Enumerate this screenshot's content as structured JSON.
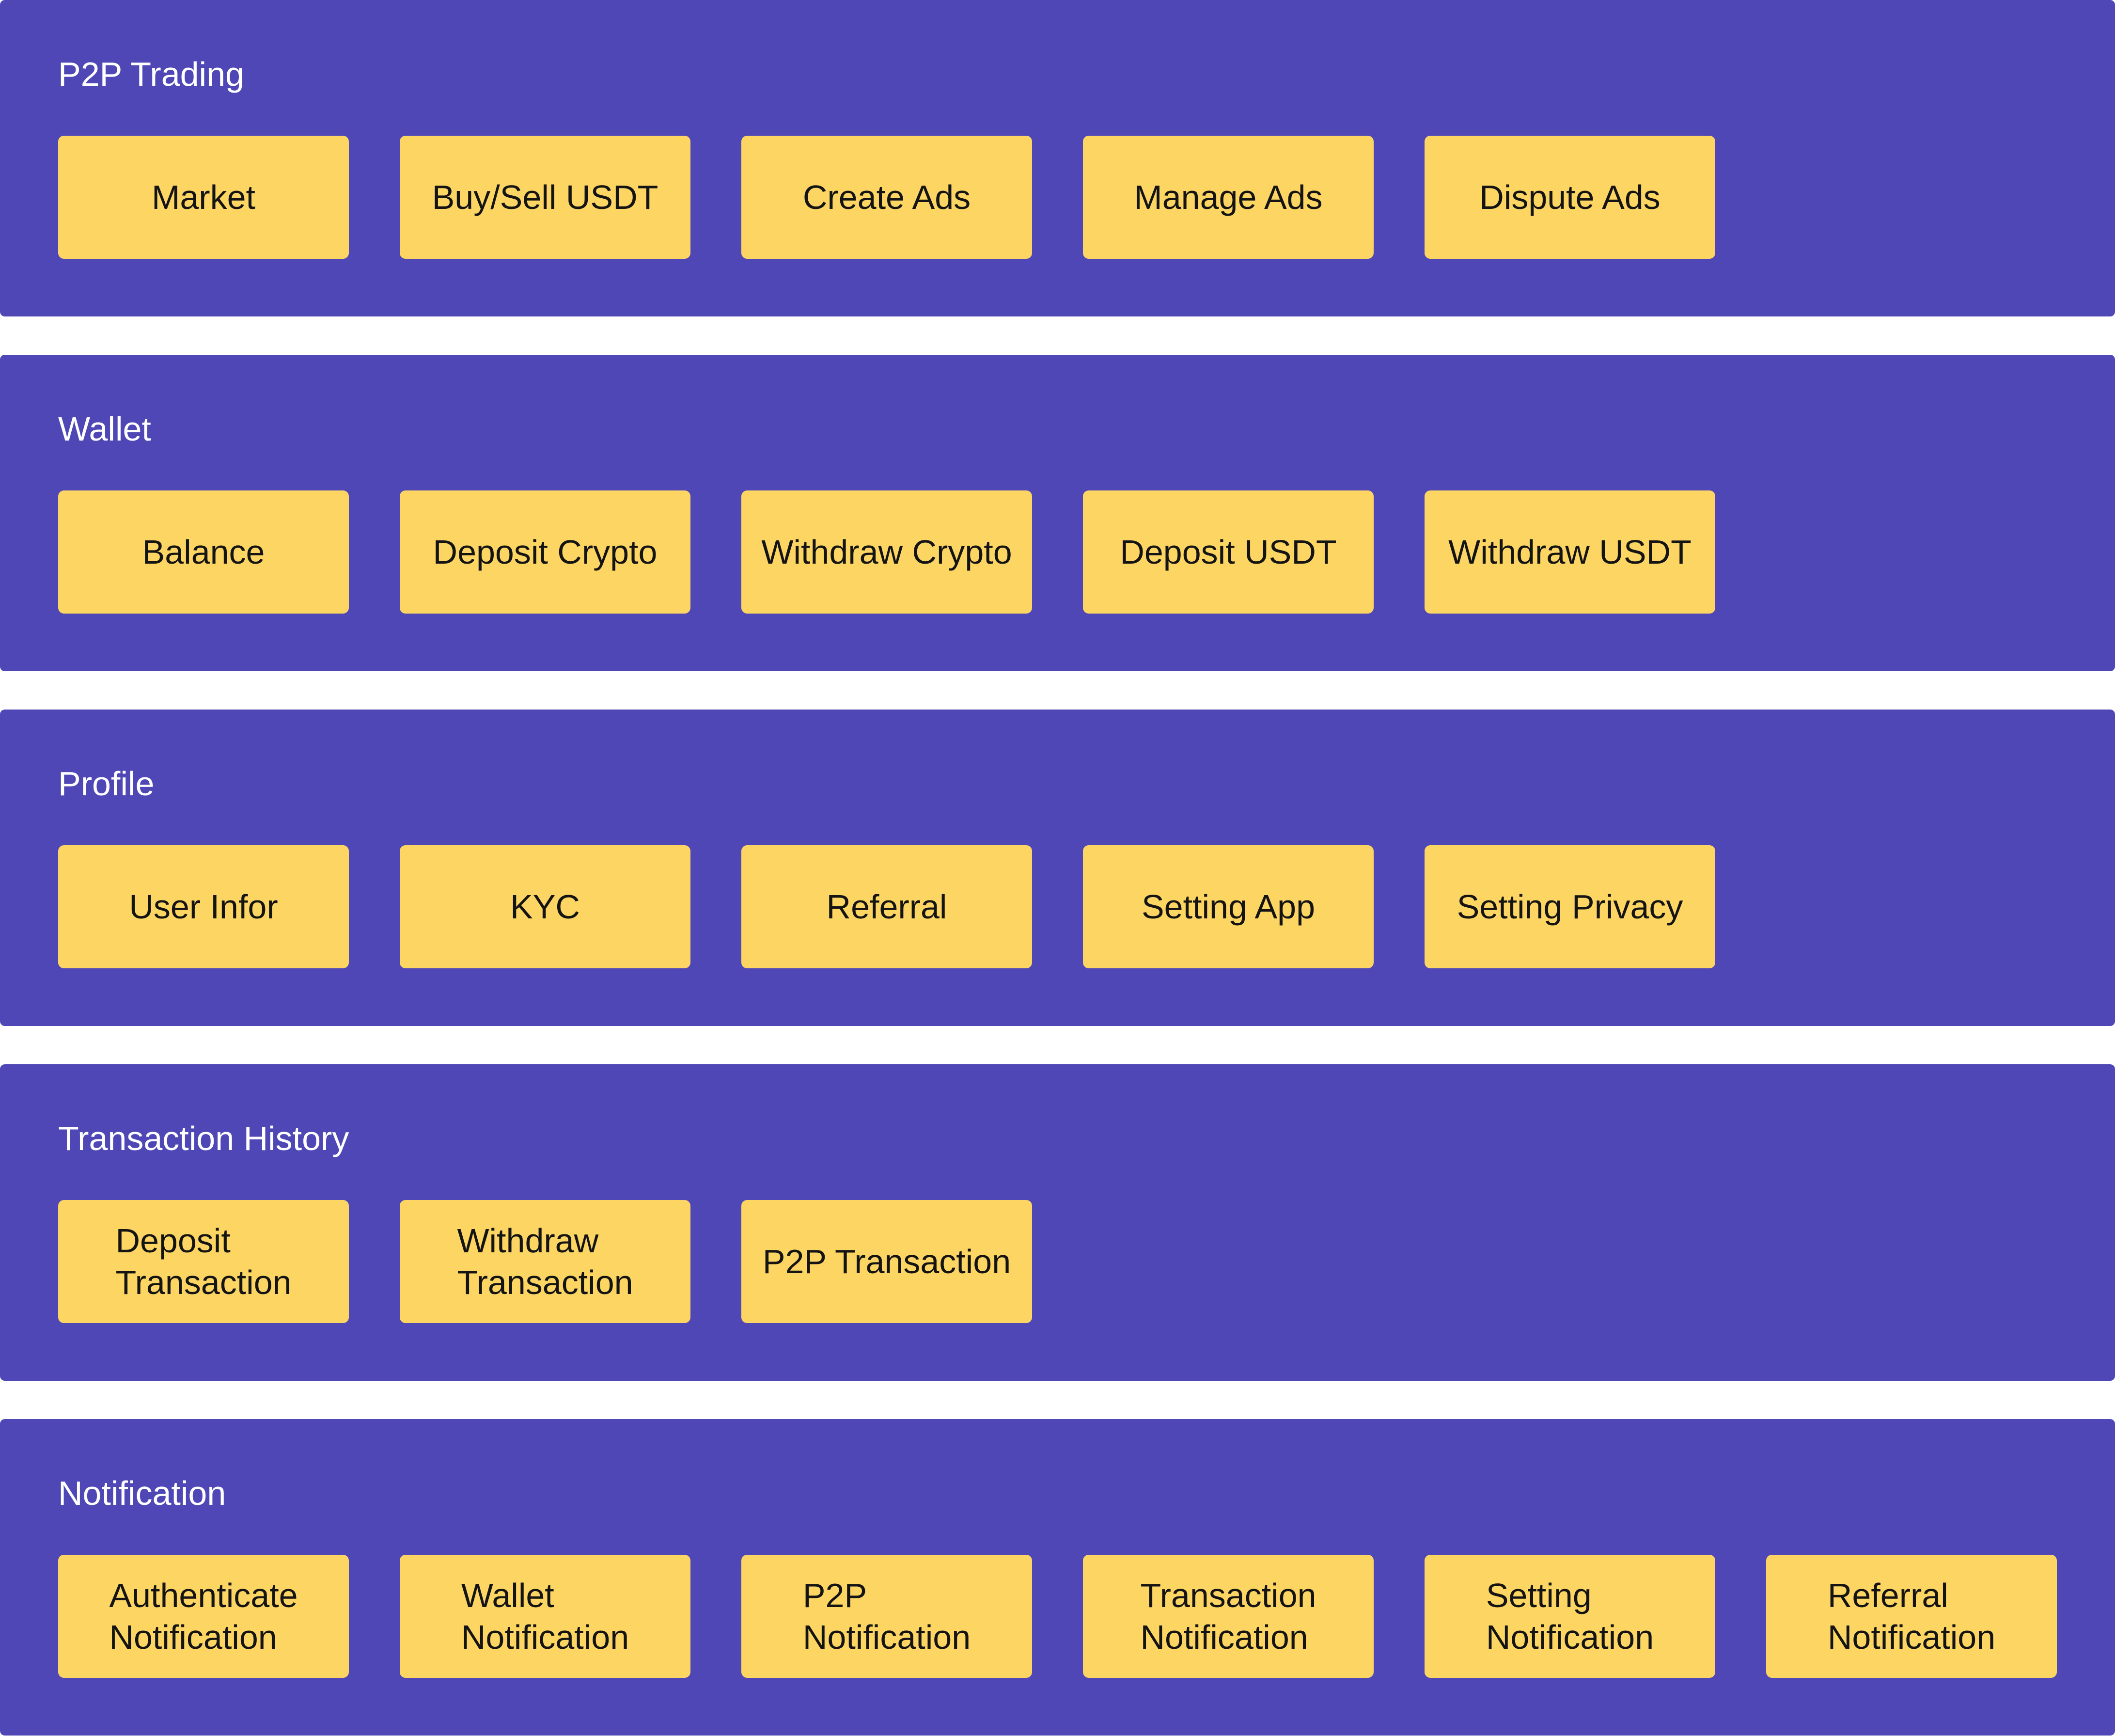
{
  "colors": {
    "section_background": "#4e47b5",
    "card_background": "#fdd563",
    "section_title_text": "#ffffff",
    "card_text": "#141414"
  },
  "sections": [
    {
      "title": "P2P Trading",
      "items": [
        "Market",
        "Buy/Sell USDT",
        "Create Ads",
        "Manage Ads",
        "Dispute Ads"
      ]
    },
    {
      "title": "Wallet",
      "items": [
        "Balance",
        "Deposit Crypto",
        "Withdraw Crypto",
        "Deposit USDT",
        "Withdraw USDT"
      ]
    },
    {
      "title": "Profile",
      "items": [
        "User Infor",
        "KYC",
        "Referral",
        "Setting App",
        "Setting Privacy"
      ]
    },
    {
      "title": "Transaction History",
      "items": [
        "Deposit\nTransaction",
        "Withdraw\nTransaction",
        "P2P Transaction"
      ]
    },
    {
      "title": "Notification",
      "items": [
        "Authenticate\nNotification",
        "Wallet\nNotification",
        "P2P\nNotification",
        "Transaction\nNotification",
        "Setting\nNotification",
        "Referral\nNotification"
      ]
    }
  ]
}
